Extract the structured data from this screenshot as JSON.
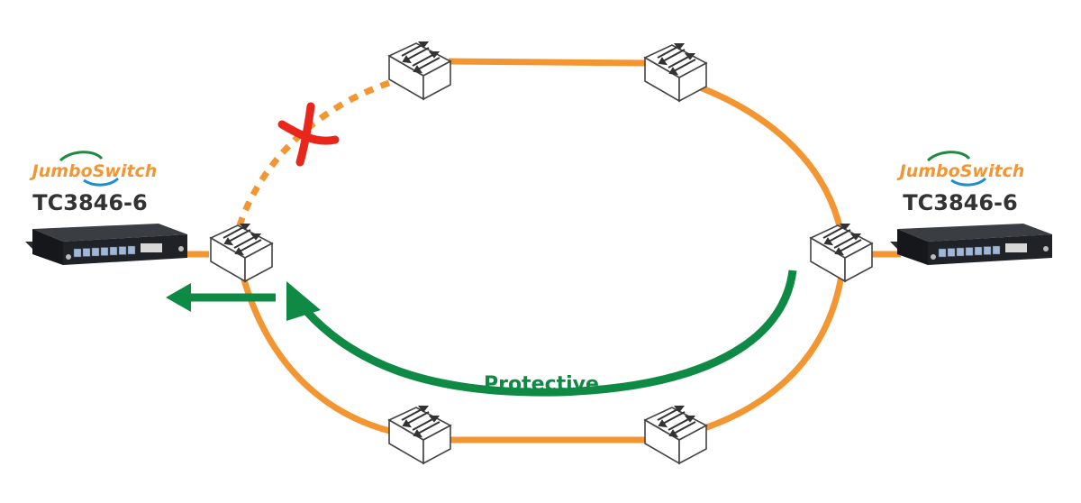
{
  "colors": {
    "ring": "#f39632",
    "protect": "#0f8a45",
    "fault": "#e8261b",
    "brand_orange": "#f39632",
    "brand_swoosh": "#1c8fd0",
    "switch_stroke": "#444444",
    "device_body": "#1d1f22"
  },
  "left_device": {
    "brand": "JumboSwitch",
    "model": "TC3846-6"
  },
  "right_device": {
    "brand": "JumboSwitch",
    "model": "TC3846-6"
  },
  "ring": {
    "node_count": 6,
    "failed_link": "left-node to top-left-node",
    "fault_marker": "x-mark-icon"
  },
  "protective_path": {
    "label": "Protective"
  },
  "icons": {
    "node": "ethernet-switch-icon",
    "device": "industrial-switch-icon",
    "fault": "x-mark-icon",
    "arrow": "arrow-left-icon"
  }
}
